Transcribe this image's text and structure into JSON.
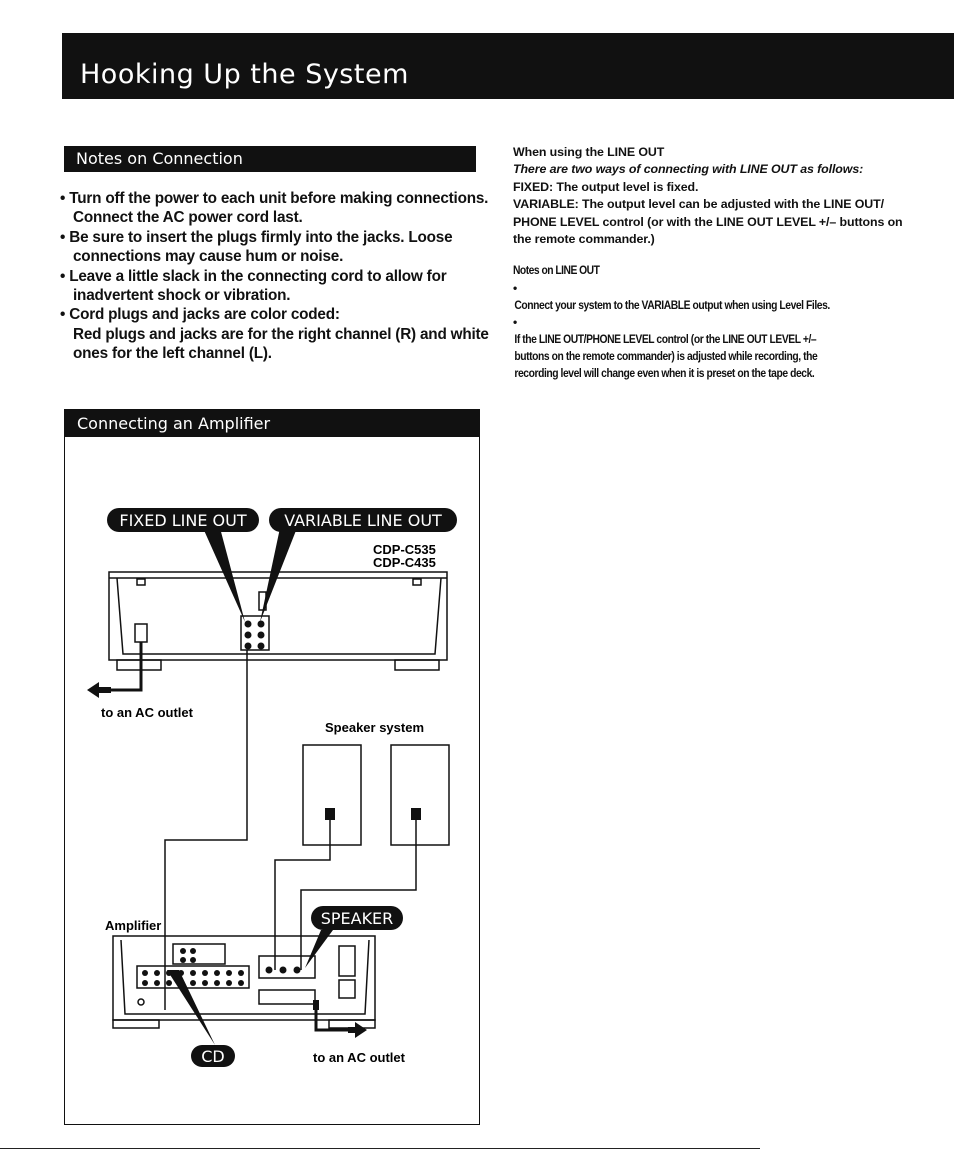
{
  "page": {
    "title": "Hooking Up the System"
  },
  "notes_section": {
    "heading": "Notes on Connection",
    "items": [
      "Turn off the power to each unit before making connections.",
      "Connect the AC power cord last.",
      "Be sure to insert the plugs firmly into the jacks. Loose",
      "connections may cause hum or noise.",
      "Leave a little slack in the connecting cord to allow for",
      "inadvertent shock or vibration.",
      "Cord plugs and jacks are color coded:",
      "Red plugs and jacks are for the right channel (R) and white",
      "ones for the left channel (L)."
    ]
  },
  "line_out": {
    "heading": "When using the LINE OUT",
    "intro": "There are two ways of connecting with LINE OUT as follows:",
    "fixed": "FIXED: The output level is fixed.",
    "variable_1": "VARIABLE: The output level can be adjusted with the LINE OUT/",
    "variable_2": "PHONE LEVEL control (or with the LINE OUT LEVEL +/– buttons on",
    "variable_3": "the remote commander.)",
    "notes_heading": "Notes on LINE OUT",
    "note_1": "Connect your system to the VARIABLE output when using Level Files.",
    "note_2a": "If the LINE OUT/PHONE LEVEL control (or the LINE OUT LEVEL +/–",
    "note_2b": "buttons on the remote commander) is adjusted while recording, the",
    "note_2c": "recording level will change even when it is preset on the tape deck."
  },
  "diagram": {
    "heading": "Connecting an Amplifier",
    "fixed_label": "FIXED LINE OUT",
    "variable_label": "VARIABLE LINE OUT",
    "model_1": "CDP-C535",
    "model_2": "CDP-C435",
    "ac_outlet_1": "to an AC outlet",
    "speaker_system": "Speaker system",
    "amplifier": "Amplifier",
    "speaker_label": "SPEAKER",
    "cd_label": "CD",
    "ac_outlet_2": "to an AC outlet"
  }
}
